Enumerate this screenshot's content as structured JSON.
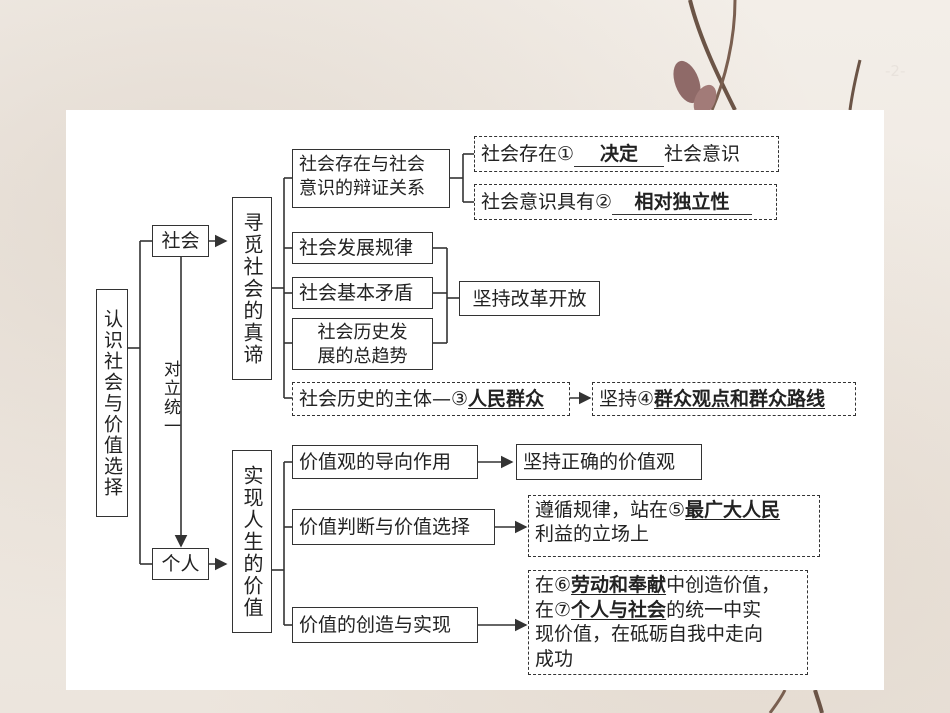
{
  "page_number": "-2-",
  "root": {
    "label": "认识社会与价值选择"
  },
  "left": {
    "society": "社会",
    "individual": "个人",
    "relation": "对立统一"
  },
  "truth": {
    "title": "寻觅社会的真谛",
    "items": [
      "社会存在与社会意识的辩证关系",
      "社会发展规律",
      "社会基本矛盾",
      "社会历史发展的总趋势"
    ],
    "item_lines": {
      "first": [
        "社会存在与社会",
        "意识的辩证关系"
      ],
      "fourth": [
        "社会历史发",
        "展的总趋势"
      ]
    },
    "decide": {
      "prefix": "社会存在①",
      "answer": "决定",
      "suffix": "社会意识"
    },
    "relative": {
      "prefix": "社会意识具有②",
      "answer": "相对独立性"
    },
    "reform": "坚持改革开放",
    "subject": {
      "prefix": "社会历史的主体—③",
      "answer": "人民群众"
    },
    "line": {
      "prefix": "坚持④",
      "answer": "群众观点和群众路线"
    }
  },
  "value": {
    "title": "实现人生的价值",
    "items": [
      "价值观的导向作用",
      "价值判断与价值选择",
      "价值的创造与实现"
    ],
    "correct": "坚持正确的价值观",
    "follow": {
      "prefix": "遵循规律，站在⑤",
      "answer": "最广大人民",
      "suffix": "利益的立场上"
    },
    "create": {
      "p1": "在⑥",
      "a1": "劳动和奉献",
      "p2": "中创造价值，",
      "p3": "在⑦",
      "a2": "个人与社会",
      "p4": "的统一中实",
      "p5": "现价值，在砥砺自我中走向",
      "p6": "成功"
    }
  }
}
